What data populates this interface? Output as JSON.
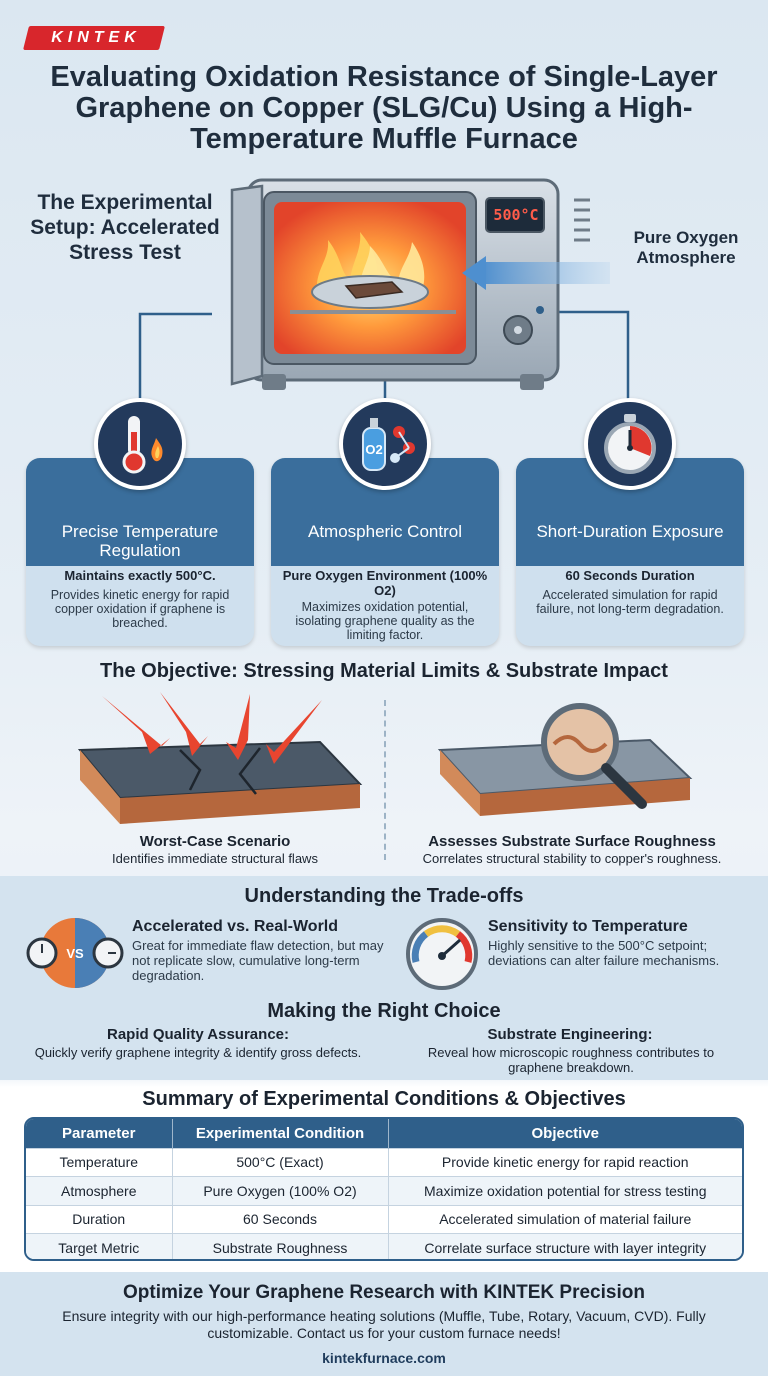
{
  "brand": {
    "logo": "KINTEK"
  },
  "title": "Evaluating Oxidation Resistance of Single-Layer Graphene on Copper (SLG/Cu) Using a High-Temperature Muffle Furnace",
  "setup": {
    "heading": "The Experimental Setup: Accelerated Stress Test",
    "display": "500°C",
    "oxygen_label": "Pure Oxygen Atmosphere"
  },
  "cards": [
    {
      "title": "Precise Temperature Regulation",
      "strong": "Maintains exactly 500°C.",
      "text": "Provides kinetic energy for rapid copper oxidation if graphene is breached.",
      "icon": "thermometer-flame-icon"
    },
    {
      "title": "Atmospheric Control",
      "strong": "Pure Oxygen Environment (100% O2)",
      "text": "Maximizes oxidation potential, isolating graphene quality as the limiting factor.",
      "icon": "oxygen-tank-icon",
      "icon_label": "O2"
    },
    {
      "title": "Short-Duration Exposure",
      "strong": "60 Seconds Duration",
      "text": "Accelerated simulation for rapid failure, not long-term degradation.",
      "icon": "stopwatch-icon"
    }
  ],
  "objective": {
    "heading": "The Objective: Stressing Material Limits & Substrate Impact",
    "left": {
      "title": "Worst-Case Scenario",
      "text": "Identifies immediate structural flaws"
    },
    "right": {
      "title": "Assesses Substrate Surface Roughness",
      "text": "Correlates structural stability to copper's roughness."
    }
  },
  "tradeoffs": {
    "heading": "Understanding the Trade-offs",
    "left": {
      "title": "Accelerated vs. Real-World",
      "text": "Great for immediate flaw detection, but may not replicate slow, cumulative long-term degradation.",
      "icon_label": "VS"
    },
    "right": {
      "title": "Sensitivity to Temperature",
      "text": "Highly sensitive to the 500°C setpoint; deviations can alter failure mechanisms."
    }
  },
  "choice": {
    "heading": "Making the Right Choice",
    "left": {
      "title": "Rapid Quality Assurance:",
      "text": "Quickly verify graphene integrity & identify gross defects."
    },
    "right": {
      "title": "Substrate Engineering:",
      "text": "Reveal how microscopic roughness contributes to graphene breakdown."
    }
  },
  "summary": {
    "heading": "Summary of Experimental Conditions & Objectives",
    "columns": [
      "Parameter",
      "Experimental Condition",
      "Objective"
    ],
    "rows": [
      [
        "Temperature",
        "500°C (Exact)",
        "Provide kinetic energy for rapid reaction"
      ],
      [
        "Atmosphere",
        "Pure Oxygen (100% O2)",
        "Maximize oxidation potential for stress testing"
      ],
      [
        "Duration",
        "60 Seconds",
        "Accelerated simulation of material failure"
      ],
      [
        "Target Metric",
        "Substrate Roughness",
        "Correlate surface structure with layer integrity"
      ]
    ]
  },
  "footer": {
    "title": "Optimize Your Graphene Research with KINTEK Precision",
    "text": "Ensure integrity with our high-performance heating solutions (Muffle, Tube, Rotary, Vacuum, CVD). Fully customizable. Contact us for your custom furnace needs!",
    "url": "kintekfurnace.com"
  }
}
